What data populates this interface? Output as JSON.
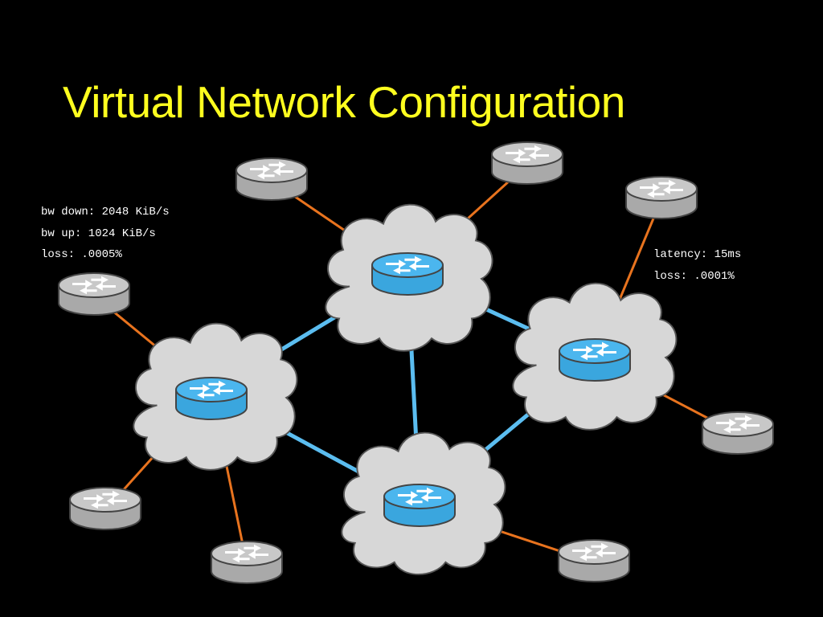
{
  "slide": {
    "title": "Virtual Network Configuration"
  },
  "annotations": {
    "left": {
      "bw_down": "bw down: 2048 KiB/s",
      "bw_up": "bw up: 1024 KiB/s",
      "loss": "loss: .0005%"
    },
    "right": {
      "latency": "latency: 15ms",
      "loss": "loss: .0001%"
    }
  },
  "colors": {
    "background": "#000000",
    "title": "#ffff1f",
    "core_link": "#5bbdf0",
    "edge_link": "#e8731e",
    "core_router": "#4bb6ee",
    "edge_router": "#c8c8c8",
    "cloud": "#d7d7d7"
  },
  "diagram": {
    "core_routers": [
      "core-router-top",
      "core-router-left",
      "core-router-right",
      "core-router-bottom"
    ],
    "edge_routers": [
      "edge-router-top-left",
      "edge-router-top-right",
      "edge-router-right-upper",
      "edge-router-left",
      "edge-router-right-lower",
      "edge-router-bottom-left",
      "edge-router-bottom-center",
      "edge-router-bottom-right"
    ],
    "icons": [
      "router-icon",
      "cloud-icon"
    ]
  }
}
